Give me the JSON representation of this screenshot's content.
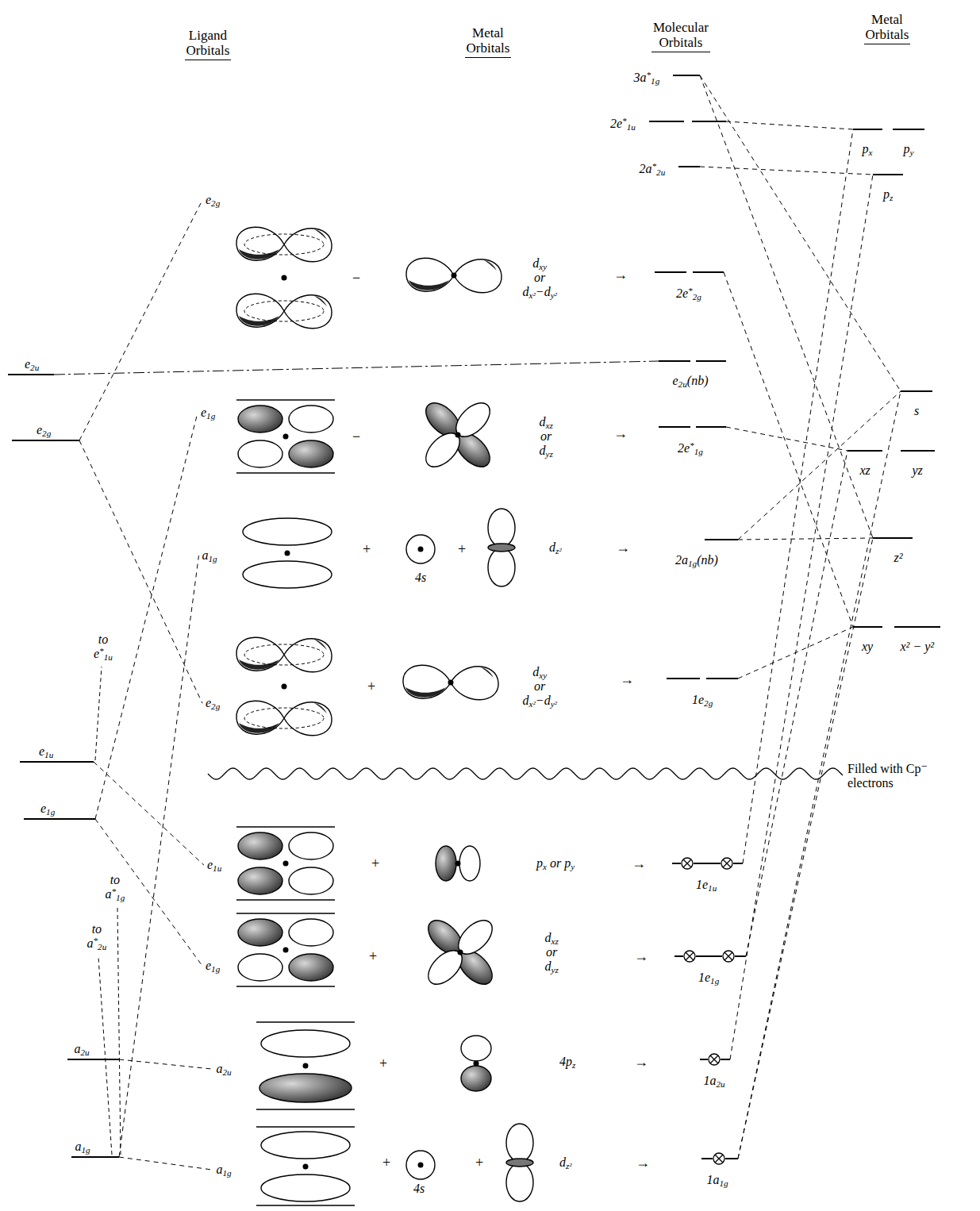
{
  "diagram": {
    "nodes": [
      {
        "text": [
          "e2u"
        ]
      },
      {
        "text": [
          "e2g"
        ]
      },
      {
        "text": [
          "e1u"
        ]
      },
      {
        "text": [
          "e1g"
        ]
      },
      {
        "text": [
          "a2u"
        ]
      },
      {
        "text": [
          "a1g"
        ]
      },
      {
        "text": [
          "e2g"
        ]
      },
      {
        "text": [
          "e1g"
        ]
      },
      {
        "text": [
          "a1g"
        ]
      },
      {
        "text": [
          "e2g"
        ]
      },
      {
        "text": [
          "e1u"
        ]
      },
      {
        "text": [
          "e1g"
        ]
      },
      {
        "text": [
          "a2u"
        ]
      },
      {
        "text": [
          "a1g"
        ]
      },
      {
        "text": [
          "3a*1g"
        ]
      },
      {
        "text": [
          "2e*1u"
        ]
      },
      {
        "text": [
          "2a*2u"
        ]
      },
      {
        "text": [
          "2e*2g"
        ]
      },
      {
        "text": [
          "e2u(nb)"
        ]
      },
      {
        "text": [
          "2e*1g"
        ]
      },
      {
        "text": [
          "2a1g(nb)"
        ]
      },
      {
        "text": [
          "1e2g"
        ]
      },
      {
        "text": [
          "1e1u"
        ]
      },
      {
        "text": [
          "1e1g"
        ]
      },
      {
        "text": [
          "1a2u"
        ]
      },
      {
        "text": [
          "1a1g"
        ]
      },
      {
        "text": [
          "px",
          "py"
        ]
      },
      {
        "text": [
          "pz"
        ]
      },
      {
        "text": [
          "s"
        ]
      },
      {
        "text": [
          "xz",
          "yz"
        ]
      },
      {
        "text": [
          "z²"
        ]
      },
      {
        "text": [
          "xy",
          "x² − y²"
        ]
      }
    ],
    "edges": [
      {
        "from": 1,
        "to": 6,
        "arrow": "none"
      },
      {
        "from": 1,
        "to": 9,
        "arrow": "none"
      },
      {
        "from": 0,
        "to": 18,
        "arrow": "none"
      },
      {
        "from": 3,
        "to": 7,
        "arrow": "none"
      },
      {
        "from": 3,
        "to": 11,
        "arrow": "none"
      },
      {
        "from": 5,
        "to": 8,
        "arrow": "none"
      },
      {
        "from": 5,
        "to": 13,
        "arrow": "none"
      },
      {
        "from": 2,
        "to": 10,
        "arrow": "none"
      },
      {
        "from": 4,
        "to": 12,
        "arrow": "none"
      },
      {
        "from": 14,
        "to": 28,
        "arrow": "none"
      },
      {
        "from": 14,
        "to": 30,
        "arrow": "none"
      },
      {
        "from": 15,
        "to": 26,
        "arrow": "none"
      },
      {
        "from": 16,
        "to": 27,
        "arrow": "none"
      },
      {
        "from": 17,
        "to": 31,
        "arrow": "none"
      },
      {
        "from": 19,
        "to": 29,
        "arrow": "none"
      },
      {
        "from": 20,
        "to": 30,
        "arrow": "none"
      },
      {
        "from": 20,
        "to": 28,
        "arrow": "none"
      },
      {
        "from": 21,
        "to": 31,
        "arrow": "none"
      },
      {
        "from": 22,
        "to": 26,
        "arrow": "none"
      },
      {
        "from": 23,
        "to": 29,
        "arrow": "none"
      },
      {
        "from": 24,
        "to": 27,
        "arrow": "none"
      },
      {
        "from": 25,
        "to": 30,
        "arrow": "none"
      },
      {
        "from": 25,
        "to": 28,
        "arrow": "none"
      }
    ],
    "labels": [
      "Ligand Orbitals",
      "Metal Orbitals",
      "Molecular Orbitals",
      "Metal Orbitals",
      "−",
      "dxy or dx²−dy²",
      "→",
      "−",
      "dxz or dyz",
      "→",
      "+",
      "4s",
      "+",
      "dz²",
      "→",
      "to e*1u",
      "+",
      "dxy or dx²−dy²",
      "→",
      "Filled with Cp⁻ electrons",
      "to a*1g",
      "to a*2u",
      "+",
      "px or py",
      "→",
      "+",
      "dxz or dyz",
      "→",
      "+",
      "4pz",
      "→",
      "+",
      "4s",
      "+",
      "dz²",
      "→"
    ]
  }
}
